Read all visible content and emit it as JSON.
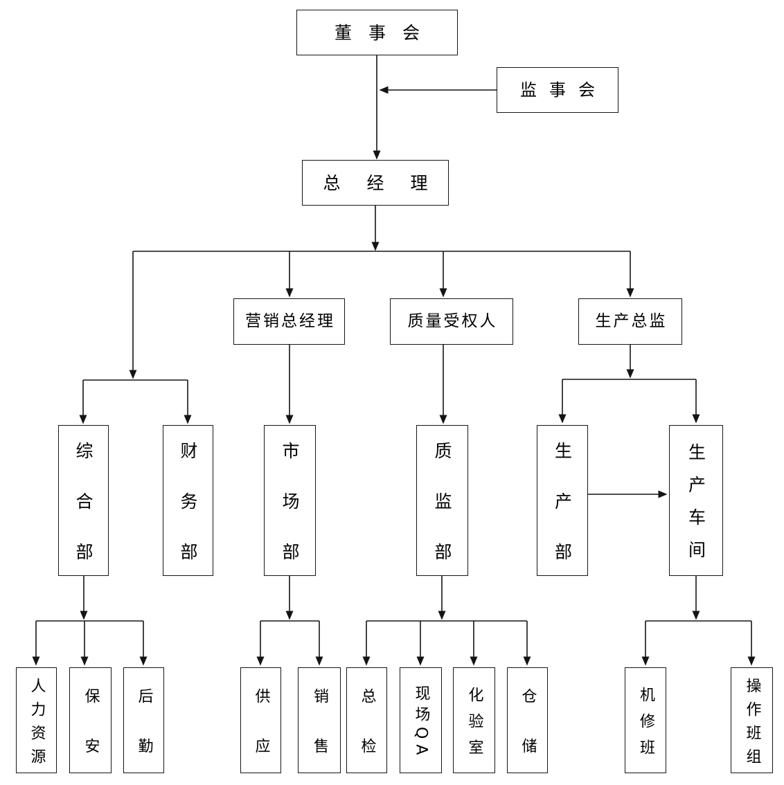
{
  "org_chart": {
    "type": "organization-diagram",
    "colors": {
      "background": "#ffffff",
      "line": "#141414",
      "box_border": "#141414",
      "text": "#000000"
    },
    "nodes": {
      "board": "董事会",
      "supervisory": "监事会",
      "general_manager": "总经理",
      "marketing_gm": "营销总经理",
      "quality_authorized_person": "质量受权人",
      "production_director": "生产总监",
      "general_dept": "综合部",
      "finance_dept": "财务部",
      "market_dept": "市场部",
      "quality_supervision_dept": "质监部",
      "production_dept": "生产部",
      "production_workshop": "生产车间",
      "human_resources": "人力资源",
      "security": "保安",
      "logistics": "后勤",
      "supply": "供应",
      "sales": "销售",
      "chief_inspection": "总检",
      "onsite_qa": "现场QA",
      "laboratory": "化验室",
      "warehouse": "仓储",
      "machine_repair_team": "机修班",
      "operation_team": "操作班组"
    },
    "edges": [
      {
        "from": "board",
        "to": "general_manager"
      },
      {
        "from": "supervisory",
        "to": "general_manager"
      },
      {
        "from": "general_manager",
        "to": "general_dept"
      },
      {
        "from": "general_manager",
        "to": "finance_dept"
      },
      {
        "from": "general_manager",
        "to": "marketing_gm"
      },
      {
        "from": "general_manager",
        "to": "quality_authorized_person"
      },
      {
        "from": "general_manager",
        "to": "production_director"
      },
      {
        "from": "marketing_gm",
        "to": "market_dept"
      },
      {
        "from": "quality_authorized_person",
        "to": "quality_supervision_dept"
      },
      {
        "from": "production_director",
        "to": "production_dept"
      },
      {
        "from": "production_director",
        "to": "production_workshop"
      },
      {
        "from": "production_dept",
        "to": "production_workshop"
      },
      {
        "from": "general_dept",
        "to": "human_resources"
      },
      {
        "from": "general_dept",
        "to": "security"
      },
      {
        "from": "general_dept",
        "to": "logistics"
      },
      {
        "from": "market_dept",
        "to": "supply"
      },
      {
        "from": "market_dept",
        "to": "sales"
      },
      {
        "from": "quality_supervision_dept",
        "to": "chief_inspection"
      },
      {
        "from": "quality_supervision_dept",
        "to": "onsite_qa"
      },
      {
        "from": "quality_supervision_dept",
        "to": "laboratory"
      },
      {
        "from": "quality_supervision_dept",
        "to": "warehouse"
      },
      {
        "from": "production_workshop",
        "to": "machine_repair_team"
      },
      {
        "from": "production_workshop",
        "to": "operation_team"
      }
    ]
  }
}
